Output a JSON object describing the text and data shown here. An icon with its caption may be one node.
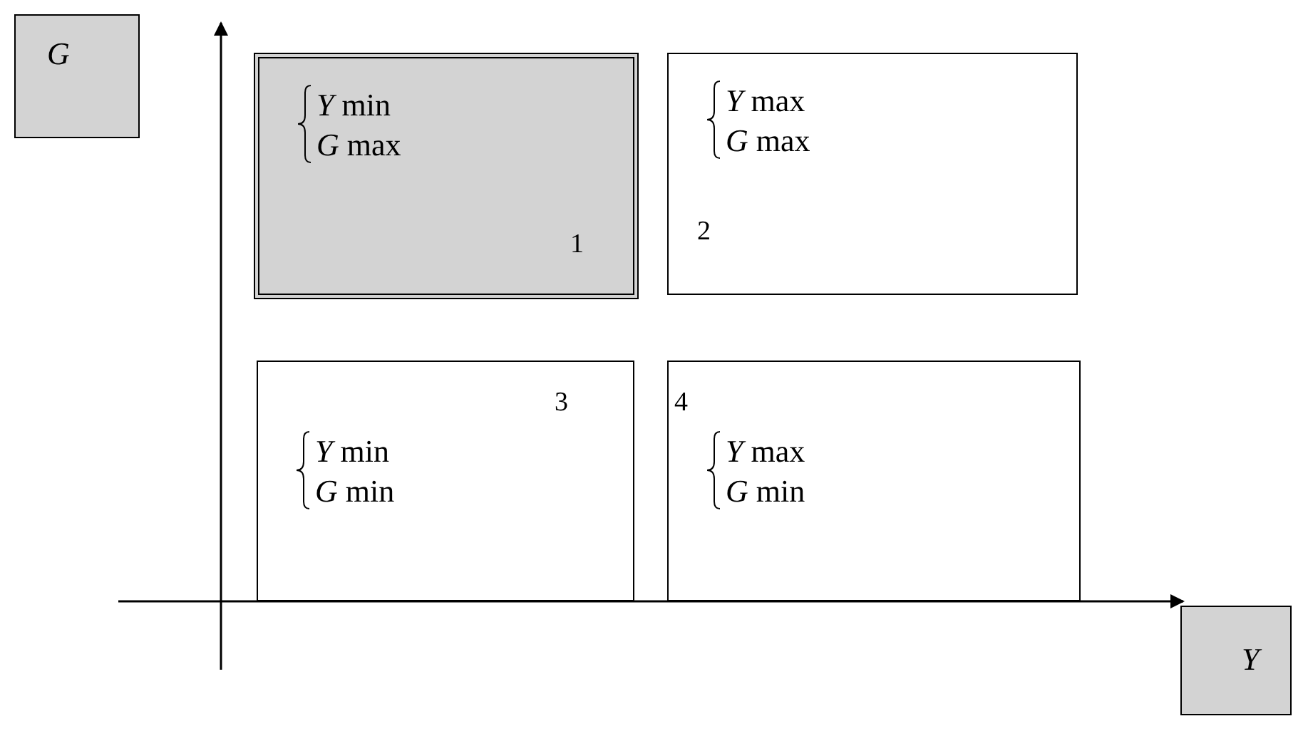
{
  "diagram": {
    "nodes": [
      {
        "text": [
          "*G*"
        ]
      },
      {
        "text": [
          "*Y* min",
          "*G* max",
          "1"
        ]
      },
      {
        "text": [
          "*Y* max",
          "*G* max",
          "2"
        ]
      },
      {
        "text": [
          "*Y* min",
          "*G* min",
          "3"
        ]
      },
      {
        "text": [
          "*Y* max",
          "*G* min",
          "4"
        ]
      },
      {
        "text": [
          "*Y*"
        ]
      }
    ]
  }
}
